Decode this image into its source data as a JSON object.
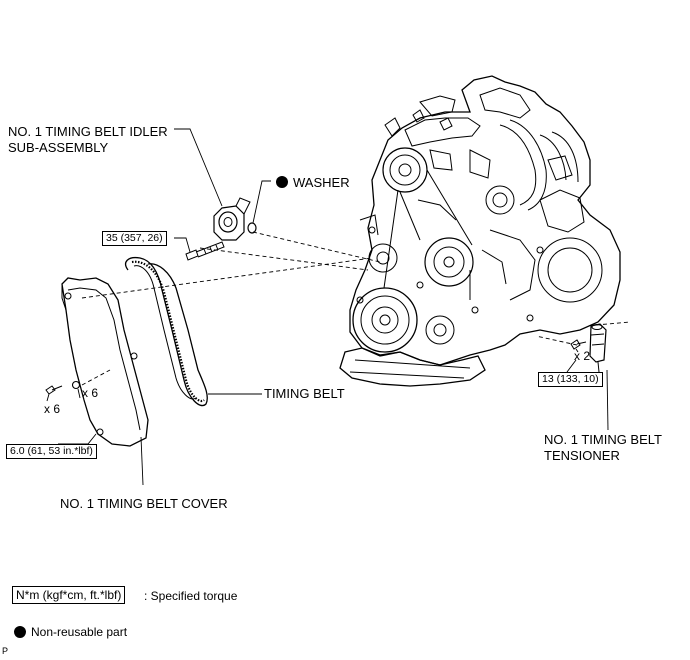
{
  "labels": {
    "idler_line1": "NO. 1 TIMING BELT IDLER",
    "idler_line2": "SUB-ASSEMBLY",
    "washer": "WASHER",
    "timing_belt": "TIMING BELT",
    "cover": "NO. 1 TIMING BELT COVER",
    "tensioner_line1": "NO. 1 TIMING BELT",
    "tensioner_line2": "TENSIONER",
    "qty_cover_bolts": "x 6",
    "qty_cover_washers": "x 6",
    "qty_tensioner_bolts": "x 2",
    "page_marker": "P"
  },
  "torques": {
    "idler": "35 (357, 26)",
    "tensioner": "13 (133, 10)",
    "cover": "6.0 (61, 53 in.*lbf)"
  },
  "legend": {
    "torque_box": "N*m (kgf*cm, ft.*lbf)",
    "torque_text": ": Specified torque",
    "nonreusable_text": "Non-reusable part"
  }
}
